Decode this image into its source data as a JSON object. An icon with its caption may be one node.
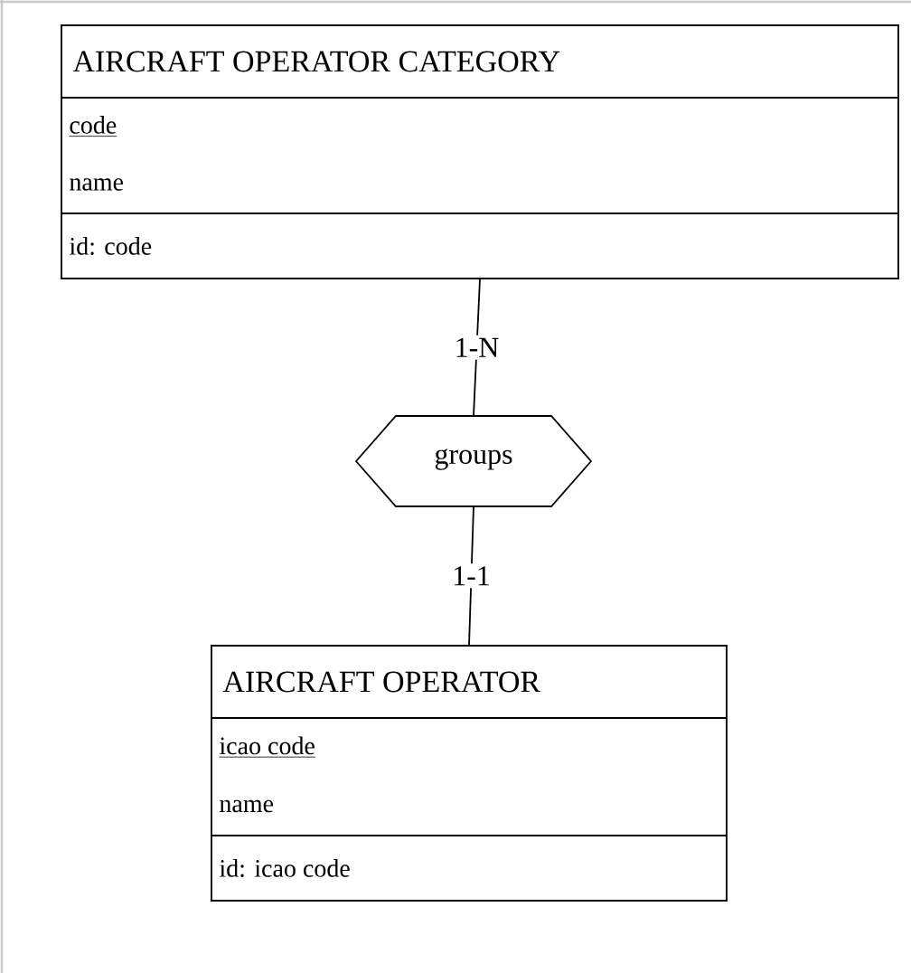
{
  "diagram": {
    "nodes": [
      {
        "text": [
          "AIRCRAFT OPERATOR CATEGORY",
          "code",
          "name",
          "id: code"
        ]
      },
      {
        "text": [
          "groups"
        ]
      },
      {
        "text": [
          "AIRCRAFT OPERATOR",
          "icao code",
          "name",
          "id: icao code"
        ]
      }
    ],
    "edges": [
      {
        "from": 0,
        "to": 1,
        "arrow": "none",
        "label": "1-N"
      },
      {
        "from": 1,
        "to": 2,
        "arrow": "none",
        "label": "1-1"
      }
    ]
  }
}
